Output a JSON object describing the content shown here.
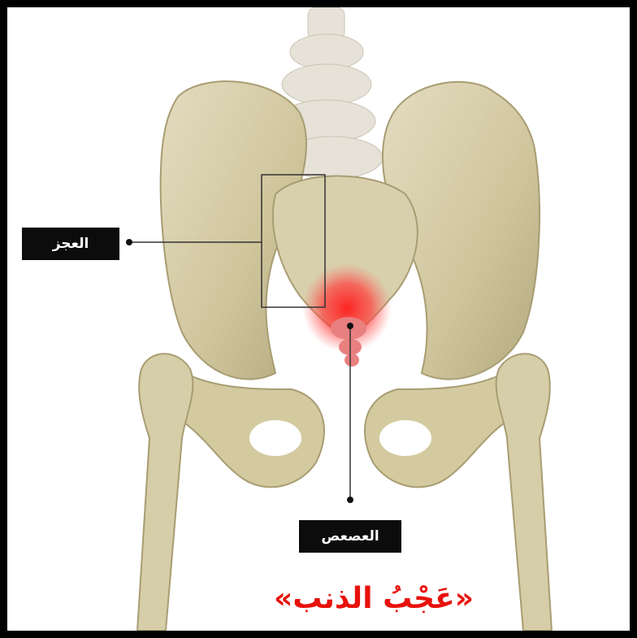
{
  "labels": {
    "sacrum": "العجز",
    "coccyx": "العصعص"
  },
  "caption": "«عَجْبُ الذنب»",
  "colors": {
    "bone": "#d9d2b0",
    "bone_shadow": "#b7ad84",
    "highlight": "#ff2a2a",
    "caption": "#e8120c",
    "frame": "#000000"
  }
}
